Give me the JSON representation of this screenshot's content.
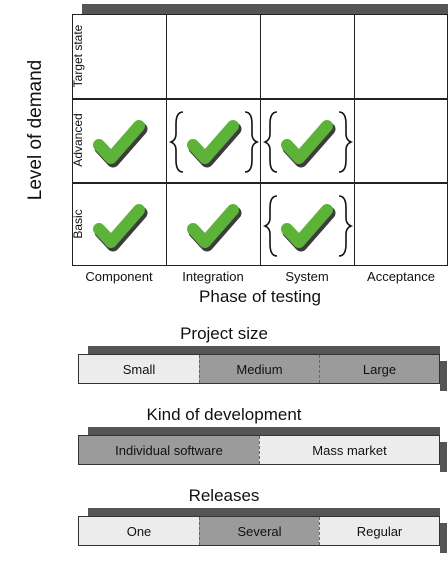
{
  "matrix": {
    "y_axis_title": "Level of demand",
    "x_axis_title": "Phase of testing",
    "rows": [
      "Target state",
      "Advanced",
      "Basic"
    ],
    "columns": [
      "Component",
      "Integration",
      "System",
      "Acceptance"
    ],
    "cells": [
      [
        "empty",
        "empty",
        "empty",
        "empty"
      ],
      [
        "check",
        "bracketed-check",
        "bracketed-check",
        "empty"
      ],
      [
        "check",
        "check",
        "bracketed-check",
        "empty"
      ]
    ],
    "colors": {
      "check": "#5cb338",
      "check_shadow": "#3c3c3c",
      "grid": "#222222",
      "header_shadow": "#555555"
    }
  },
  "scales": [
    {
      "title": "Project size",
      "segments": [
        {
          "label": "Small",
          "shade": "light",
          "weight": 1
        },
        {
          "label": "Medium",
          "shade": "dark",
          "weight": 1
        },
        {
          "label": "Large",
          "shade": "dark",
          "weight": 1
        }
      ]
    },
    {
      "title": "Kind of development",
      "segments": [
        {
          "label": "Individual software",
          "shade": "dark",
          "weight": 1
        },
        {
          "label": "Mass market",
          "shade": "light",
          "weight": 1
        }
      ]
    },
    {
      "title": "Releases",
      "segments": [
        {
          "label": "One",
          "shade": "light",
          "weight": 1
        },
        {
          "label": "Several",
          "shade": "dark",
          "weight": 1
        },
        {
          "label": "Regular",
          "shade": "light",
          "weight": 1
        }
      ]
    }
  ]
}
